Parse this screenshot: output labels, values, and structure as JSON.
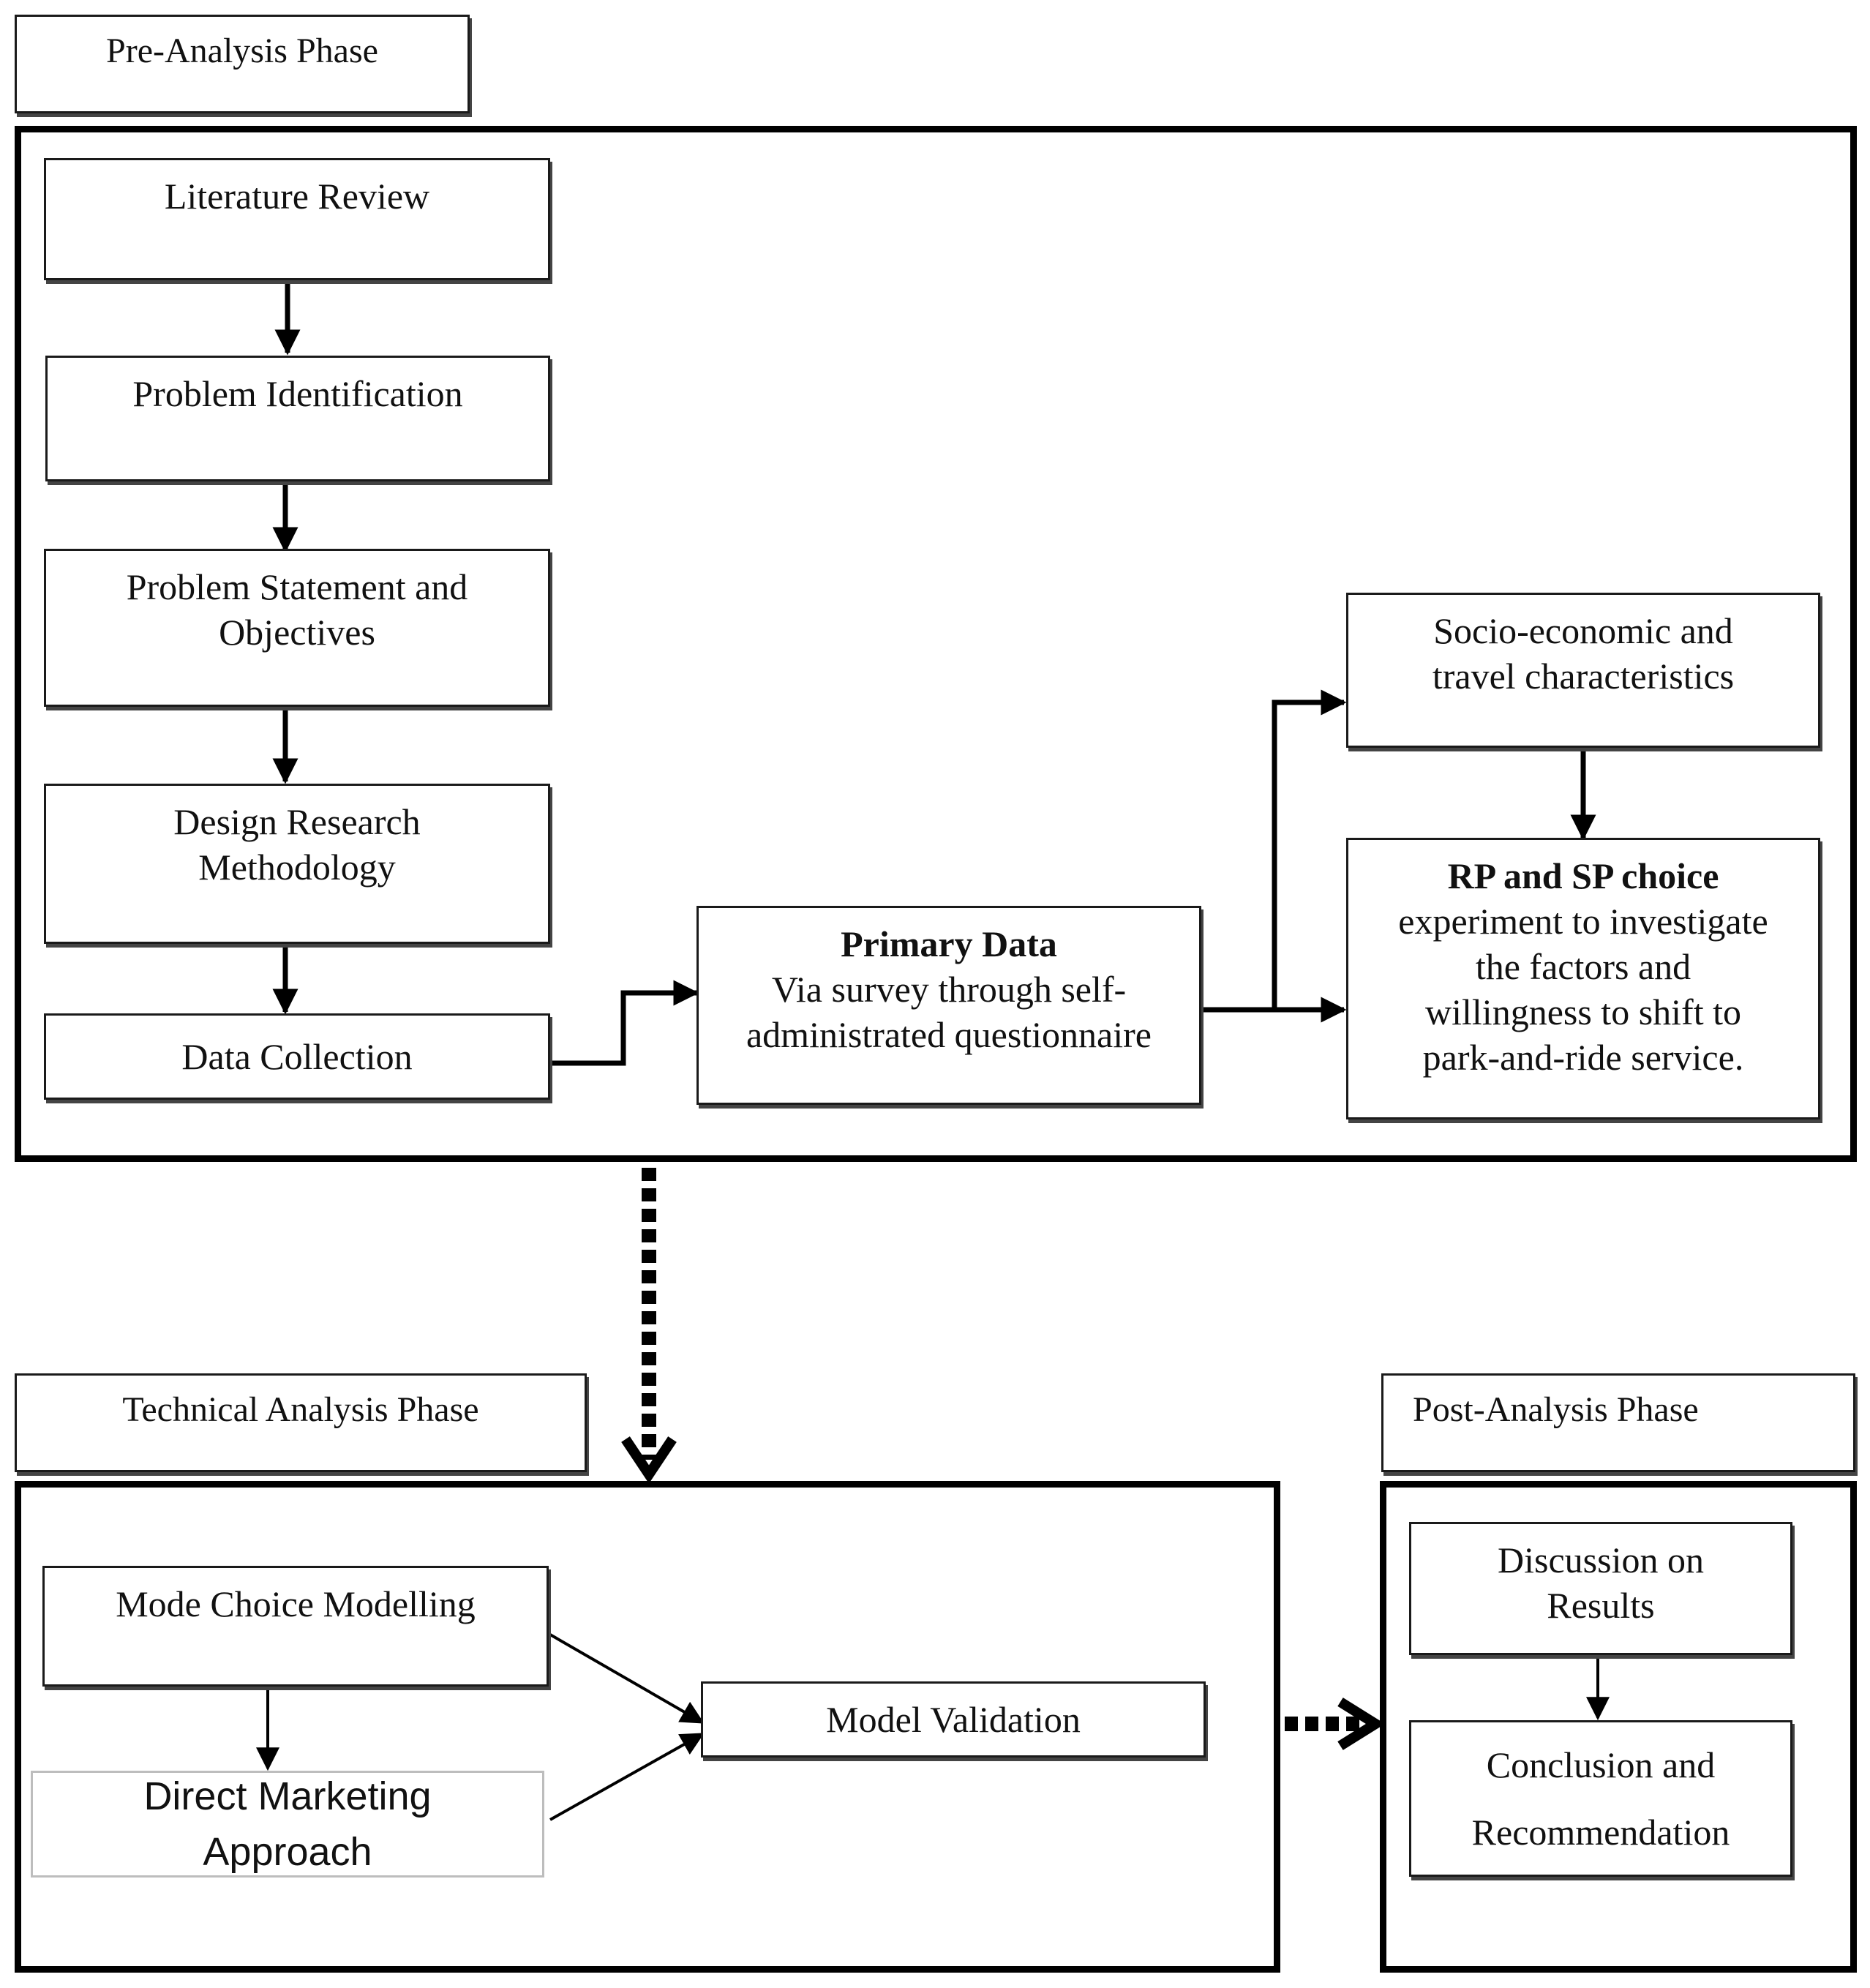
{
  "phases": {
    "pre": "Pre-Analysis Phase",
    "technical": "Technical Analysis Phase",
    "post": "Post-Analysis Phase"
  },
  "pre_steps": {
    "literature_review": "Literature Review",
    "problem_identification": "Problem Identification",
    "problem_statement_line1": "Problem Statement and",
    "problem_statement_line2": "Objectives",
    "design_research_line1": "Design Research",
    "design_research_line2": "Methodology",
    "data_collection": "Data Collection"
  },
  "primary_data": {
    "title": "Primary Data",
    "line1": "Via survey through self-",
    "line2": "administrated questionnaire"
  },
  "socio_economic": {
    "line1": "Socio-economic and",
    "line2": "travel characteristics"
  },
  "rp_sp": {
    "title": "RP and SP choice",
    "line1": "experiment to investigate",
    "line2": "the factors and",
    "line3": "willingness to shift to",
    "line4": "park-and-ride service."
  },
  "technical_steps": {
    "mode_choice": "Mode Choice Modelling",
    "direct_marketing_line1": "Direct Marketing",
    "direct_marketing_line2": "Approach",
    "model_validation": "Model Validation"
  },
  "post_steps": {
    "discussion_line1": "Discussion on",
    "discussion_line2": "Results",
    "conclusion_line1": "Conclusion and",
    "conclusion_line2": "Recommendation"
  }
}
